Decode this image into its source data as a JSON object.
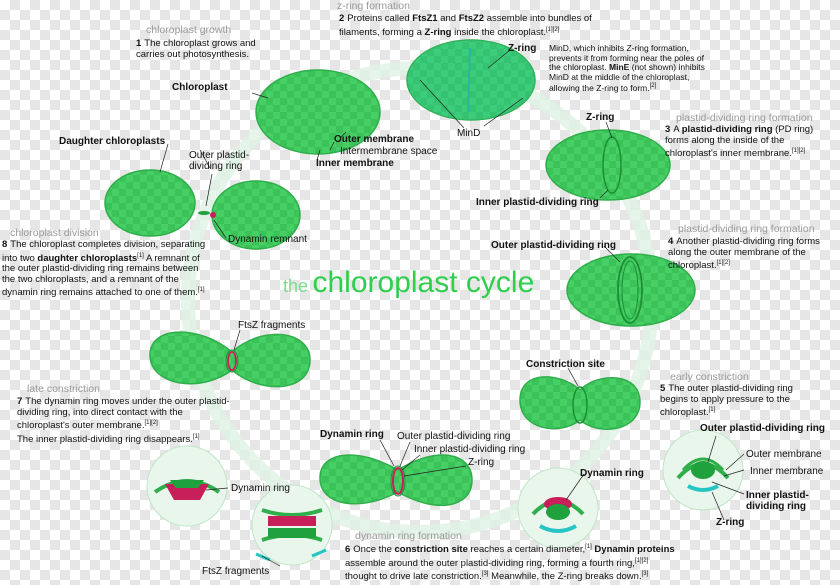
{
  "title": {
    "prefix": "the",
    "main": "chloroplast cycle"
  },
  "colors": {
    "chloroplast_fill": "#3ec95c",
    "chloroplast_light": "#5fdc7b",
    "ring": "#1f9a3a",
    "dynamin": "#c81e5a",
    "ftsz": "#27c4c4",
    "stage_title": "#9a9a9a"
  },
  "stages": {
    "s1": {
      "title": "chloroplast growth",
      "number": "1",
      "text": "The chloroplast grows and carries out photosynthesis."
    },
    "s2": {
      "title": "z-ring formation",
      "number": "2",
      "text_a": "Proteins called ",
      "bold_a": "FtsZ1",
      "text_b": " and ",
      "bold_b": "FtsZ2",
      "text_c": " assemble into bundles of filaments, forming a ",
      "bold_c": "Z-ring",
      "text_d": " inside the chloroplast.",
      "refs": "[1][2]"
    },
    "s3": {
      "title": "plastid-dividing ring formation",
      "number": "3",
      "text_a": "A ",
      "bold_a": "plastid-dividing ring",
      "text_b": " (PD ring) forms along the inside of the chloroplast's inner membrane.",
      "refs": "[1][2]"
    },
    "s4": {
      "title": "plastid-dividing ring formation",
      "number": "4",
      "text": "Another plastid-dividing ring forms along the outer membrane of the chloroplast.",
      "refs": "[1][2]"
    },
    "s5": {
      "title": "early constriction",
      "number": "5",
      "text": "The outer plastid-dividing ring begins to apply pressure to the chloroplast.",
      "refs": "[1]"
    },
    "s6": {
      "title": "dynamin ring formation",
      "number": "6",
      "text_a": "Once the ",
      "bold_a": "constriction site",
      "text_b": " reaches a certain diameter,",
      "ref_a": "[1]",
      "bold_b": "Dynamin proteins",
      "text_c": " assemble around the outer plastid-dividing ring, forming a fourth ring,",
      "ref_b": "[1][2]",
      "text_d": " thought to drive late constriction.",
      "ref_c": "[3]",
      "text_e": " Meanwhile, the Z-ring breaks down.",
      "ref_d": "[3]"
    },
    "s7": {
      "title": "late constriction",
      "number": "7",
      "text": "The dynamin ring moves under the outer plastid-dividing ring, into direct contact with the chloroplast's outer membrane.",
      "ref_a": "[1][2]",
      "text_b": "The inner plastid-dividing ring disappears.",
      "ref_b": "[1]"
    },
    "s8": {
      "title": "chloroplast division",
      "number": "8",
      "text_a": "The chloroplast completes division, separating into two ",
      "bold_a": "daughter chloroplasts",
      "ref_a": "[1]",
      "text_b": " A remnant of the outer plastid-dividing ring remains between the two chloroplasts, and a remnant of the dynamin ring remains attached to one of them.",
      "ref_b": "[1]"
    }
  },
  "mind_note": {
    "a": "MinD",
    "b": ", which inhibits Z-ring formation, prevents it from forming near the poles of the chloroplast. ",
    "c": "MinE",
    "d": " (not shown) inhibits MinD at the middle of the chloroplast, allowing the Z-ring to form.",
    "ref": "[2]"
  },
  "labels": {
    "chloroplast": "Chloroplast",
    "outer_membrane": "Outer membrane",
    "intermembrane_space": "Intermembrane space",
    "inner_membrane": "Inner membrane",
    "z_ring_top": "Z-ring",
    "mind": "MinD",
    "z_ring_3": "Z-ring",
    "inner_pd_ring": "Inner plastid-dividing ring",
    "outer_pd_ring": "Outer plastid-dividing ring",
    "constriction_site": "Constriction site",
    "outer_pd_ring_inset": "Outer plastid-dividing ring",
    "outer_membrane_inset": "Outer membrane",
    "inner_membrane_inset": "Inner membrane",
    "inner_pd_ring_inset": "Inner plastid-\ndividing ring",
    "z_ring_inset": "Z-ring",
    "dynamin_ring_inset6": "Dynamin ring",
    "dynamin_ring_6": "Dynamin ring",
    "outer_pd_ring_6": "Outer plastid-dividing ring",
    "inner_pd_ring_6": "Inner plastid-dividing ring",
    "z_ring_6": "Z-ring",
    "dynamin_ring_7": "Dynamin ring",
    "ftsz_fragments_7": "FtsZ fragments",
    "ftsz_fragments_8": "FtsZ fragments",
    "daughter_chloroplasts": "Daughter chloroplasts",
    "outer_plastid_dividing_ring_8": "Outer plastid-\ndividing ring",
    "dynamin_remnant": "Dynamin remnant"
  }
}
